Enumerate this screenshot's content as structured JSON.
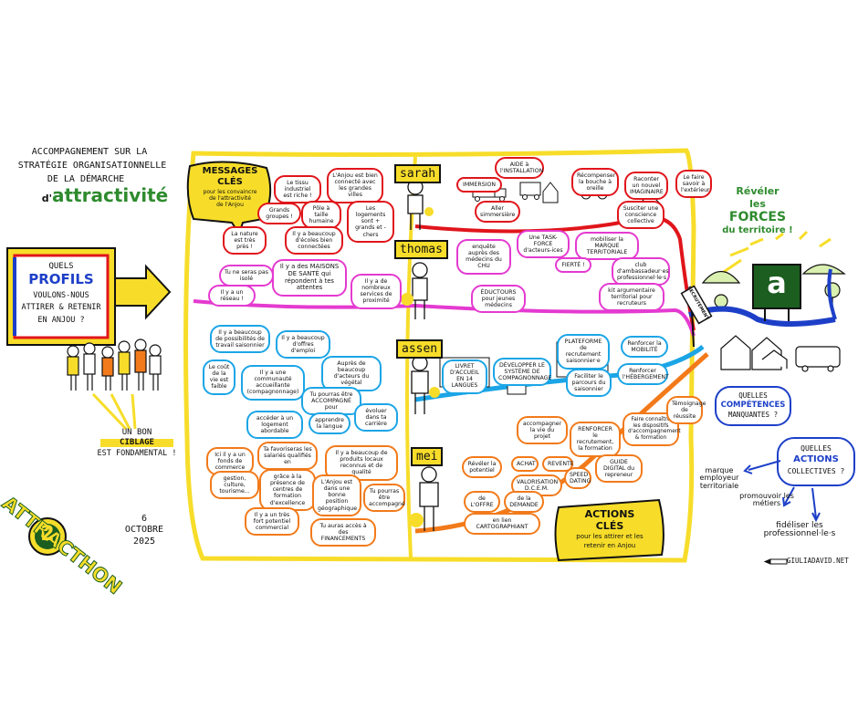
{
  "header": {
    "line1": "ACCOMPAGNEMENT SUR LA",
    "line2": "STRATÉGIE ORGANISATIONNELLE",
    "line3": "DE LA DÉMARCHE",
    "line4_prefix": "d'",
    "line4_word": "attractivité"
  },
  "left_box": {
    "l1": "QUELS",
    "l2": "PROFILS",
    "l3": "VOULONS-NOUS",
    "l4": "ATTIRER & RETENIR",
    "l5": "EN ANJOU ?"
  },
  "ciblage": {
    "l1": "UN BON",
    "l2": "CIBLAGE",
    "l3": "EST FONDAMENTAL !"
  },
  "logo": {
    "word": "ATTRACTHON",
    "number": "2"
  },
  "date": {
    "day": "6",
    "month": "OCTOBRE",
    "year": "2025"
  },
  "messages_cles": {
    "l1": "MESSAGES",
    "l2": "CLÉS",
    "l3": "pour les convaincre",
    "l4": "de l'attractivité",
    "l5": "de l'Anjou"
  },
  "actions_cles": {
    "l1": "ACTIONS",
    "l2": "CLÉS",
    "l3": "pour les attirer et les",
    "l4": "retenir en Anjou"
  },
  "names": {
    "sarah": "sarah",
    "thomas": "thomas",
    "assen": "assen",
    "mei": "mei"
  },
  "messages": {
    "m1": "Le tissu industriel est riche !",
    "m2": "L'Anjou est bien connecté avec les grandes villes",
    "m3": "Grands groupes !",
    "m4": "Pôle à taille humaine",
    "m5": "Les logements sont + grands et - chers",
    "m6": "Il y a beaucoup d'écoles bien connectées",
    "m7": "La nature est très près !",
    "m8": "Tu ne seras pas isolé",
    "m9": "Il y a un réseau !",
    "m10": "Il y a des MAISONS DE SANTÉ qui répondent à tes attentes",
    "m11": "Il y a de nombreux services de proximité",
    "m12": "Il y a beaucoup de possibilités de travail saisonnier",
    "m13": "Il y a beaucoup d'offres d'emploi",
    "m14": "Le coût de la vie est faible",
    "m15": "Il y a une communauté accueillante (compagnonnage)",
    "m16": "Auprès de beaucoup d'acteurs du végétal",
    "m17": "Tu pourras être ACCOMPAGNÉ pour",
    "m18": "accéder à un logement abordable",
    "m19": "apprendre la langue",
    "m20": "évoluer dans ta carrière",
    "m21": "Ici il y a un fonds de commerce",
    "m22": "Ta favoriseras les salariés qualifiés en",
    "m23": "Il y a beaucoup de produits locaux reconnus et de qualité",
    "m24": "gestion, culture, tourisme...",
    "m25": "grâce à la présence de centres de formation d'excellence",
    "m26": "L'Anjou est dans une bonne position géographique",
    "m27": "Tu pourras être accompagné",
    "m28": "Il y a un très fort potentiel commercial",
    "m29": "Tu auras accès à des FINANCEMENTS"
  },
  "actions": {
    "a1": "AIDE à l'INSTALLATION",
    "a2": "IMMERSION",
    "a3": "Aller simmersière",
    "a4": "Récompenser la bouche à oreille",
    "a5": "Raconter un nouvel IMAGINAIRE",
    "a6": "Susciter une conscience collective",
    "a7": "Le faire savoir à l'extérieur",
    "a8": "Une TASK-FORCE d'acteurs-ices",
    "a9": "enquête auprès des médecins du CHU",
    "a10": "mobiliser la MARQUE TERRITORIALE",
    "a11": "FIERTÉ !",
    "a12": "club d'ambassadeur·es professionnel·le·s",
    "a13": "ÉDUCTOURS pour jeunes médecins",
    "a14": "kit argumentaire territorial pour recruteurs",
    "a15": "LIVRET D'ACCUEIL EN 14 LANGUES",
    "a16": "DÉVELOPPER LE SYSTÈME DE COMPAGNONNAGE",
    "a17": "PLATEFORME de recrutement saisonnier·e",
    "a18": "Renforcer la MOBILITÉ",
    "a19": "Faciliter le parcours du saisonnier",
    "a20": "Renforcer l'HÉBERGEMENT",
    "a21": "accompagner la vie du projet",
    "a22": "RENFORCER le recrutement, la formation",
    "a23": "Faire connaître les dispositifs d'accompagnement & formation",
    "a24": "Témoignage de réussite",
    "a25": "Révéler la potentiel",
    "a26": "ACHAT",
    "a27": "REVENTE",
    "a28": "VALORISATION D.C.E.M.",
    "a29": "SPEED DATING",
    "a30": "GUIDE DIGITAL du repreneur",
    "a31": "de L'OFFRE",
    "a32": "de la DEMANDE",
    "a33": "en lien CARTOGRAPHIANT"
  },
  "right": {
    "reveler1": "Révéler",
    "reveler2": "les",
    "reveler3": "FORCES",
    "reveler4": "du territoire !",
    "road_sign": "RECRUTEMENT",
    "q1_l1": "QUELLES",
    "q1_l2": "COMPÉTENCES",
    "q1_l3": "MANQUANTES ?",
    "q2_l1": "QUELLES",
    "q2_l2": "ACTIONS",
    "q2_l3": "COLLECTIVES ?",
    "o1": "marque employeur territoriale",
    "o2": "promouvoir les métiers",
    "o3": "fidéliser les professionnel·le·s",
    "credit": "GIULIADAVID.NET",
    "logo_letter": "a"
  },
  "colors": {
    "yellow": "#f7dd2a",
    "red": "#e0151b",
    "pink": "#e43ad0",
    "blue": "#1ba5e6",
    "orange": "#f27a1a",
    "green": "#2e8b2e",
    "darkblue": "#1d3fc8"
  }
}
